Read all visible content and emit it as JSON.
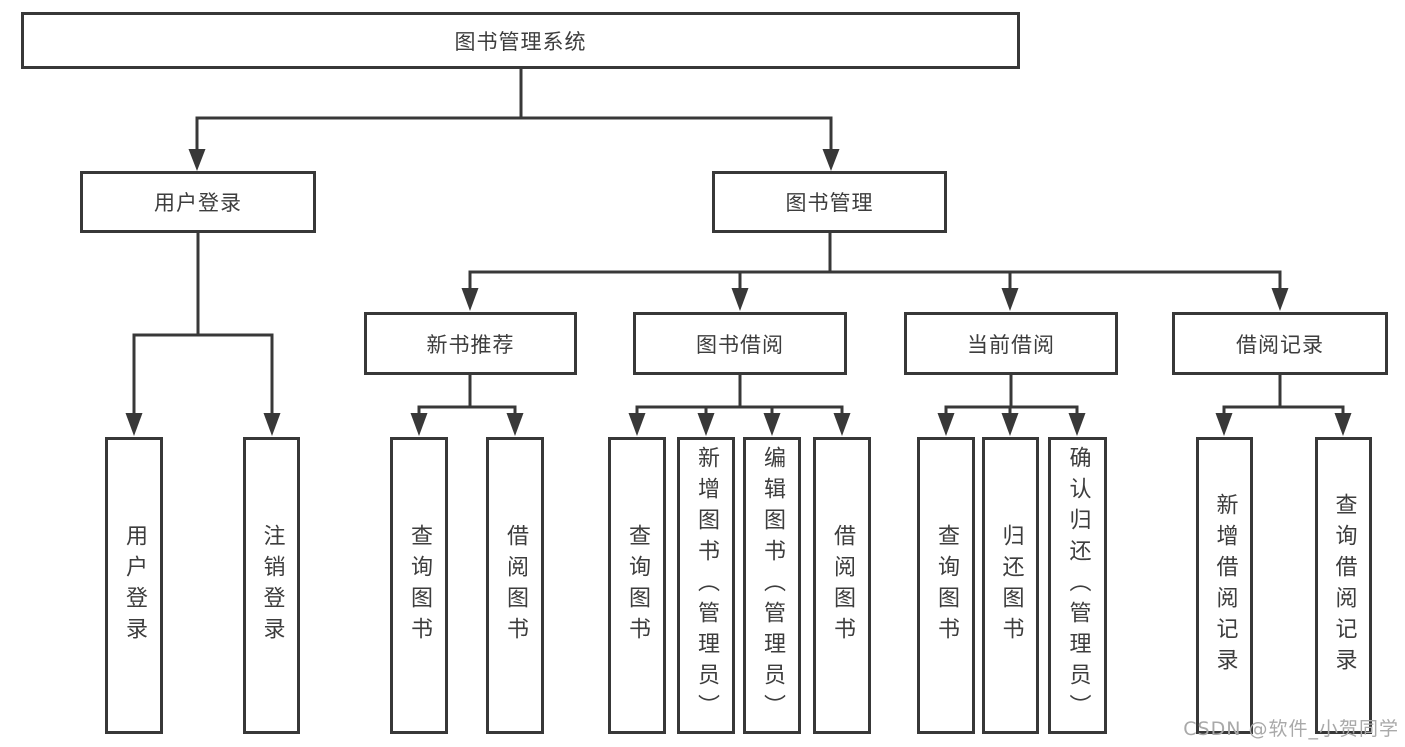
{
  "diagram": {
    "root": {
      "label": "图书管理系统"
    },
    "level2": [
      {
        "label": "用户登录"
      },
      {
        "label": "图书管理"
      }
    ],
    "level3": [
      {
        "label": "新书推荐"
      },
      {
        "label": "图书借阅"
      },
      {
        "label": "当前借阅"
      },
      {
        "label": "借阅记录"
      }
    ],
    "leaves": {
      "user_login": [
        {
          "label": "用户登录"
        },
        {
          "label": "注销登录"
        }
      ],
      "new_book": [
        {
          "label": "查询图书"
        },
        {
          "label": "借阅图书"
        }
      ],
      "book_borrow": [
        {
          "label": "查询图书"
        },
        {
          "label": "新增图书（管理员）"
        },
        {
          "label": "编辑图书（管理员）"
        },
        {
          "label": "借阅图书"
        }
      ],
      "current_borrow": [
        {
          "label": "查询图书"
        },
        {
          "label": "归还图书"
        },
        {
          "label": "确认归还（管理员）"
        }
      ],
      "borrow_record": [
        {
          "label": "新增借阅记录"
        },
        {
          "label": "查询借阅记录"
        }
      ]
    }
  },
  "watermark": {
    "text": "CSDN @软件_小贺同学"
  },
  "colors": {
    "line": "#383838",
    "text": "#3d3d3d",
    "watermark": "#a9a9a9",
    "background": "#ffffff"
  }
}
